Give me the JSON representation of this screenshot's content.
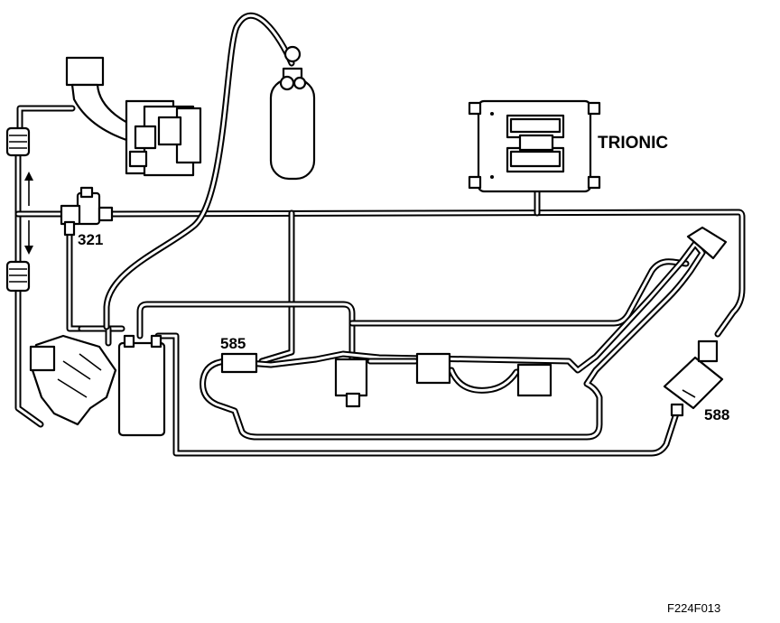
{
  "labels": {
    "trionic": "TRIONIC",
    "component_321": "321",
    "component_585": "585",
    "component_588": "588",
    "figure_code": "F224F013"
  },
  "colors": {
    "line": "#000000",
    "background": "#ffffff"
  }
}
